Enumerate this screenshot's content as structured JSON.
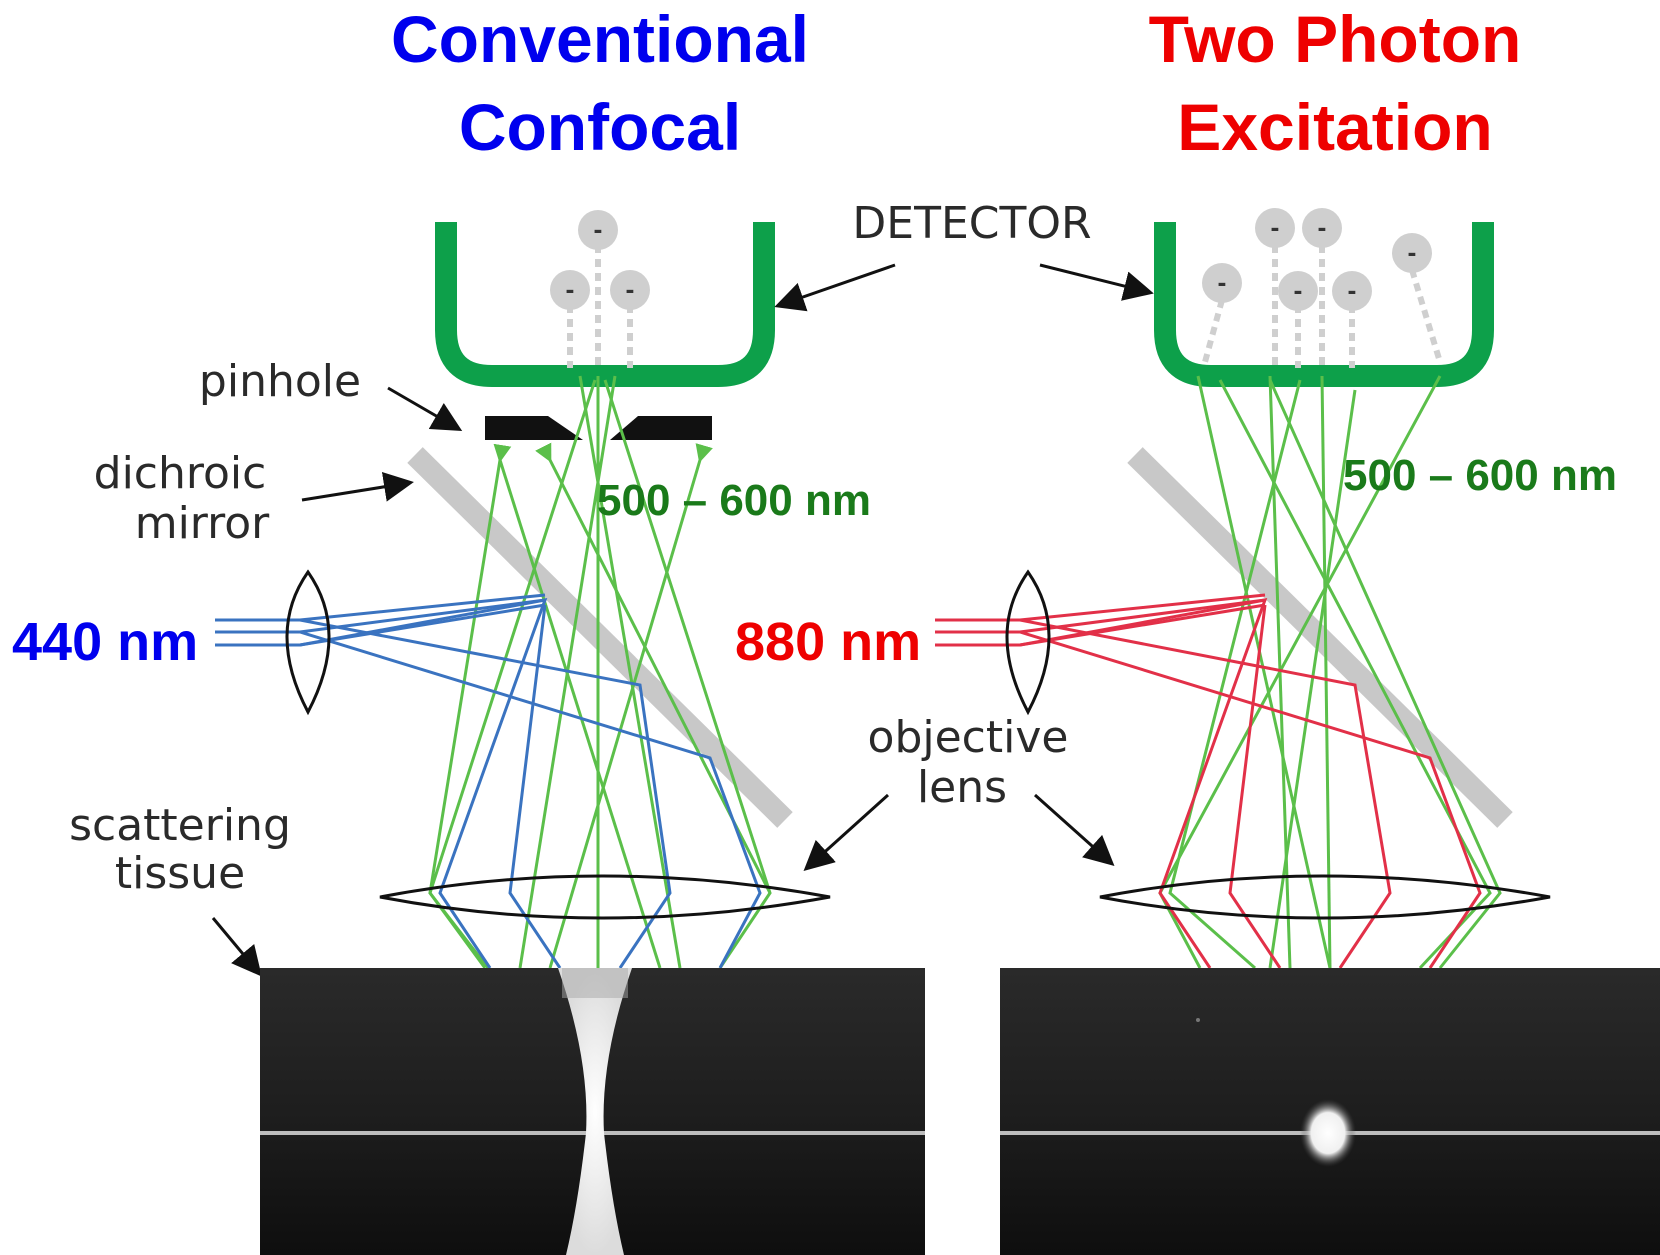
{
  "titles": {
    "left": {
      "line1": "Conventional",
      "line2": "Confocal",
      "color": "#0000ee"
    },
    "right": {
      "line1": "Two Photon",
      "line2": "Excitation",
      "color": "#ee0000"
    }
  },
  "labels": {
    "detector": "DETECTOR",
    "pinhole": "pinhole",
    "dichroic_line1": "dichroic",
    "dichroic_line2": "mirror",
    "objective_line1": "objective",
    "objective_line2": "lens",
    "scattering_line1": "scattering",
    "scattering_line2": "tissue"
  },
  "wavelengths": {
    "excitation_left": "440 nm",
    "excitation_right": "880 nm",
    "emission_left": "500 – 600 nm",
    "emission_right": "500 – 600 nm"
  },
  "electron_symbol": "-",
  "colors": {
    "detector": "#0da04a",
    "emission": "#5bbf4a",
    "excitation_left": "#3a73c0",
    "excitation_right": "#e23048",
    "emission_label": "#1a7a1a",
    "mirror": "#c8c8c8",
    "pinhole": "#111111",
    "electron": "#cfcfcf"
  }
}
